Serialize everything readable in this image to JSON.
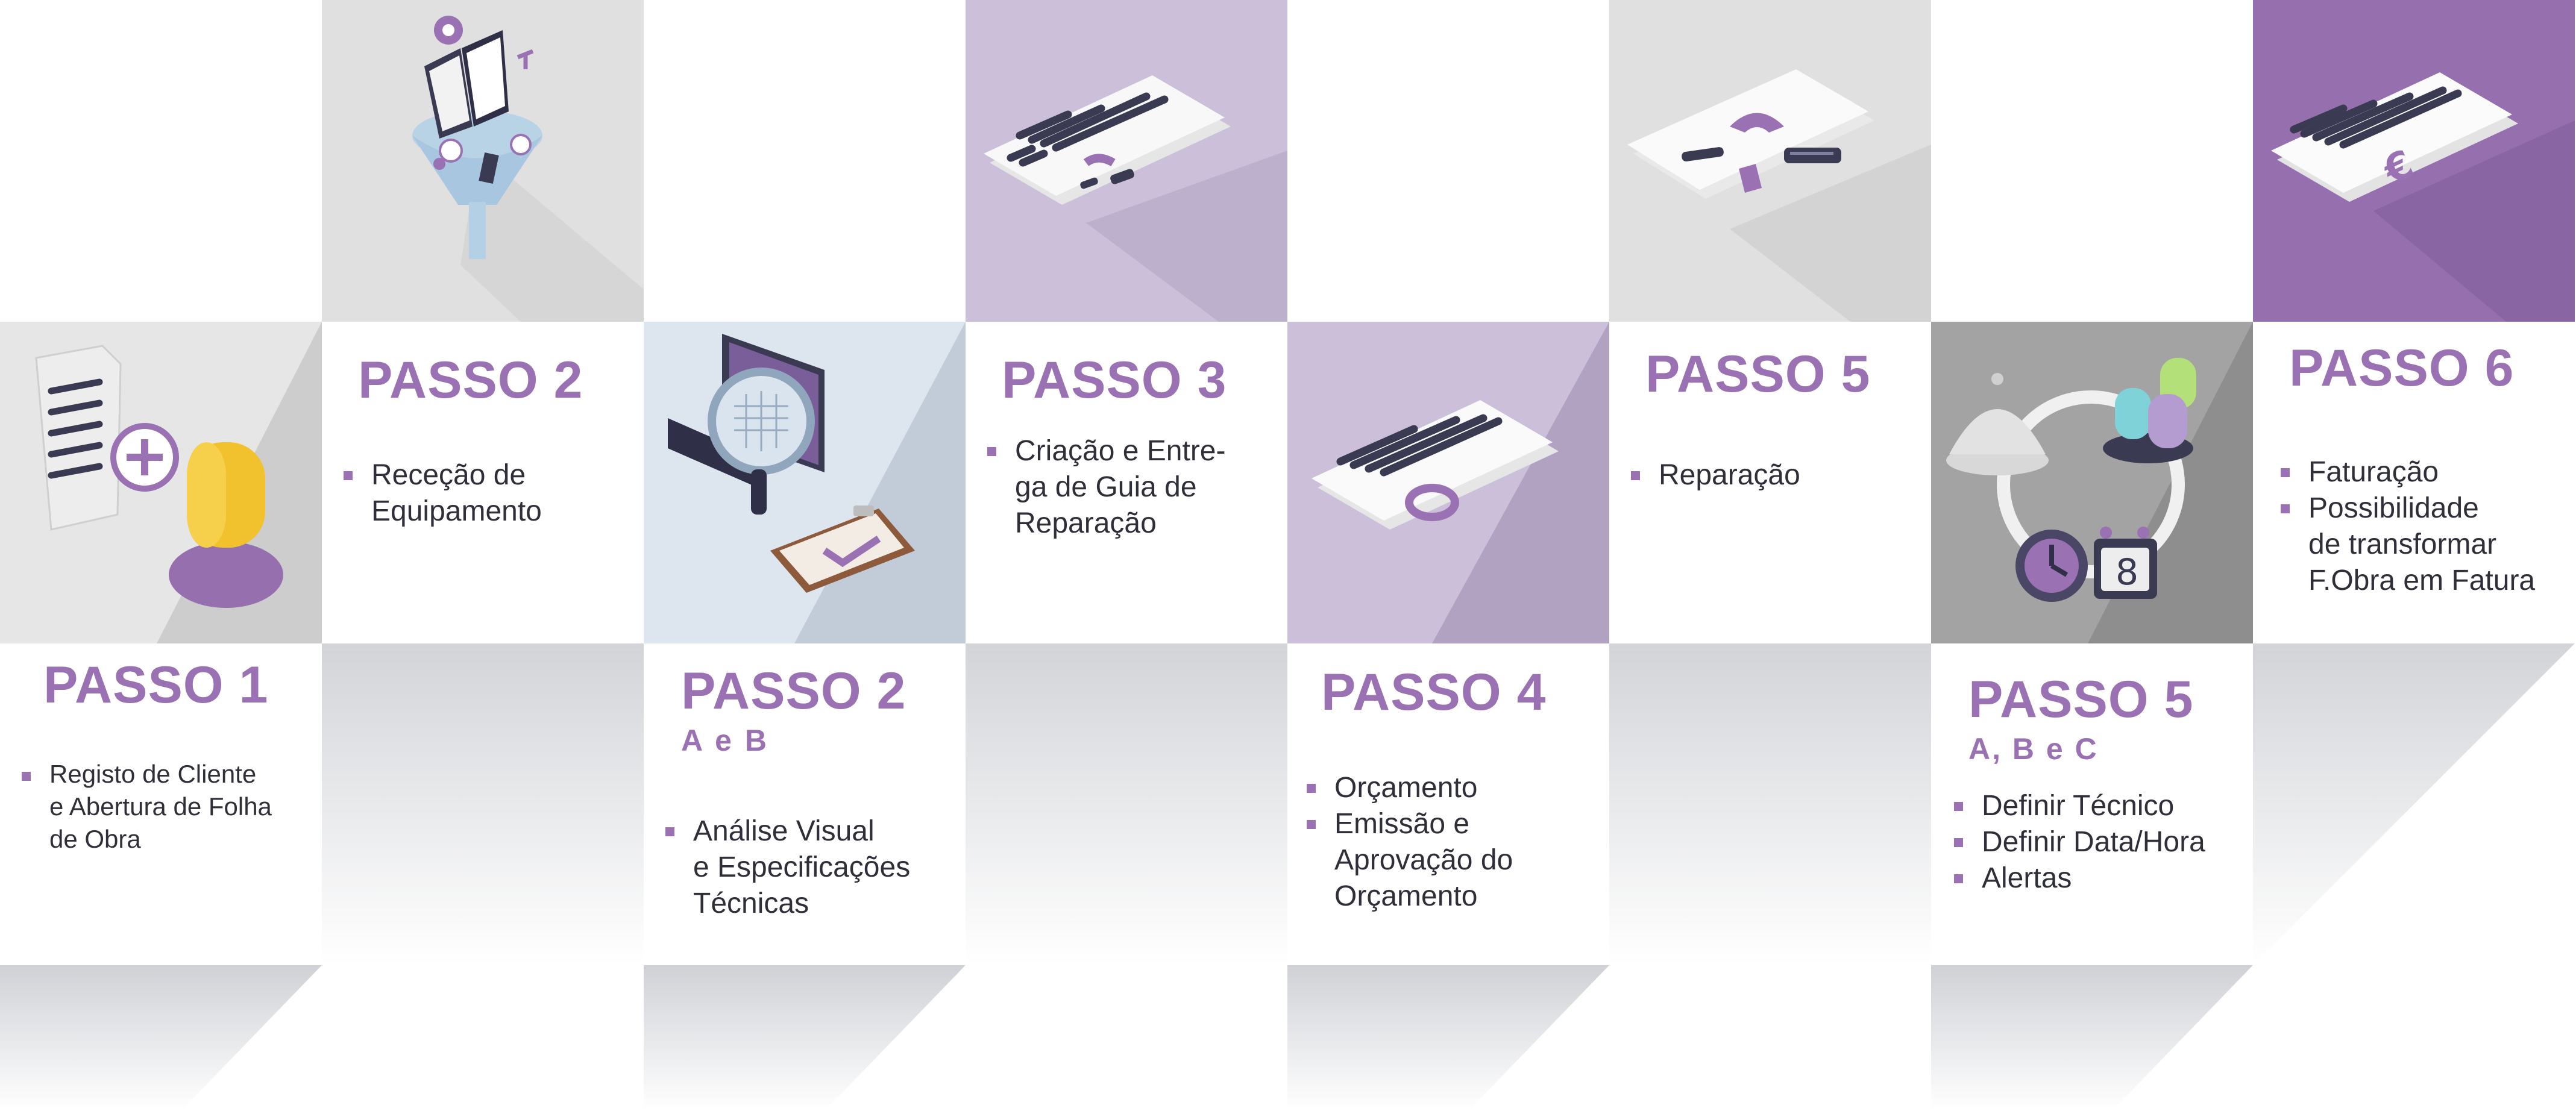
{
  "colors": {
    "accent": "#9a71b2",
    "lavender": "#cbbfd9",
    "purple": "#9670ae",
    "light_gray": "#e0e0e0",
    "dark_text": "#2f2f3a"
  },
  "steps": [
    {
      "id": "passo-1",
      "title": "PASSO 1",
      "subtitle": "",
      "items": [
        "Registo de Cliente\ne Abertura de Folha\nde Obra"
      ],
      "icon": "add-client-icon"
    },
    {
      "id": "passo-2",
      "title": "PASSO 2",
      "subtitle": "",
      "items": [
        "Receção de\nEquipamento"
      ],
      "icon": "equipment-funnel-icon"
    },
    {
      "id": "passo-2ab",
      "title": "PASSO 2",
      "subtitle": "A e B",
      "items": [
        "Análise Visual\ne Especificações\nTécnicas"
      ],
      "icon": "laptop-magnifier-icon"
    },
    {
      "id": "passo-3",
      "title": "PASSO 3",
      "subtitle": "",
      "items": [
        "Criação e Entre-\nga de Guia de\nReparação"
      ],
      "icon": "repair-guide-document-icon"
    },
    {
      "id": "passo-4",
      "title": "PASSO 4",
      "subtitle": "",
      "items": [
        "Orçamento",
        "Emissão e\nAprovação do\nOrçamento"
      ],
      "icon": "budget-document-icon"
    },
    {
      "id": "passo-5",
      "title": "PASSO 5",
      "subtitle": "",
      "items": [
        "Reparação"
      ],
      "icon": "repair-tools-icon"
    },
    {
      "id": "passo-5abc",
      "title": "PASSO 5",
      "subtitle": "A, B e C",
      "items": [
        "Definir Técnico",
        "Definir Data/Hora",
        "Alertas"
      ],
      "icon": "scheduling-cycle-icon"
    },
    {
      "id": "passo-6",
      "title": "PASSO 6",
      "subtitle": "",
      "items": [
        "Faturação",
        "Possibilidade\nde transformar\nF.Obra em Fatura"
      ],
      "icon": "invoice-euro-icon"
    }
  ]
}
